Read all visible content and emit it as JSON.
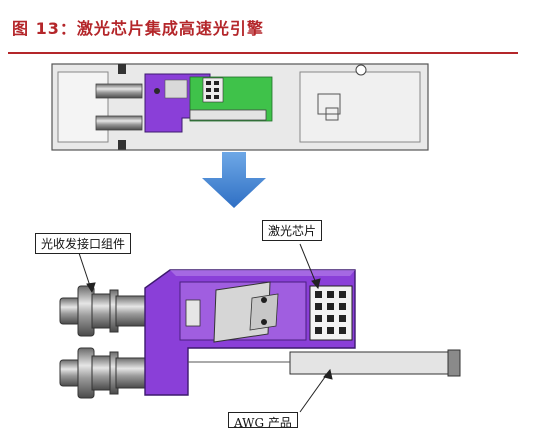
{
  "figure": {
    "title": "图 13：激光芯片集成高速光引擎"
  },
  "callouts": {
    "connector": "光收发接口组件",
    "laser_chip": "激光芯片",
    "awg": "AWG 产品"
  },
  "colors": {
    "title_red": "#b4262a",
    "purple_body": "#8a3fd8",
    "pcb_green": "#3fc24a",
    "arrow_blue": "#3d7fd0",
    "metal_gray": "#a8a8a8"
  }
}
